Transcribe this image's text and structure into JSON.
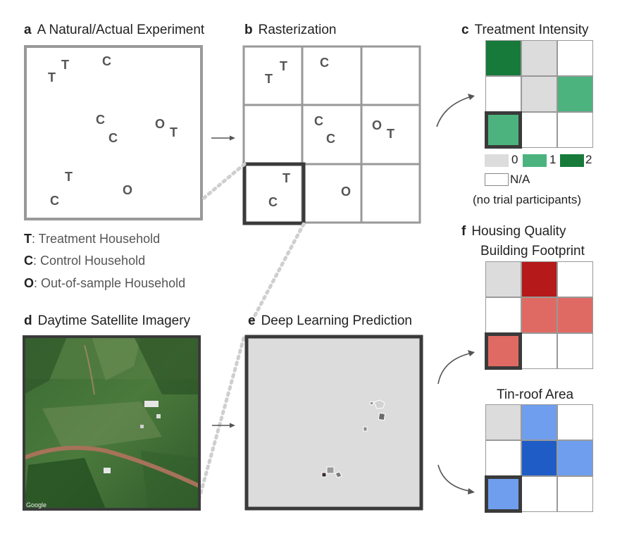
{
  "panels": {
    "a": {
      "letter": "a",
      "title": "A Natural/Actual Experiment"
    },
    "b": {
      "letter": "b",
      "title": "Rasterization"
    },
    "c": {
      "letter": "c",
      "title": "Treatment Intensity"
    },
    "d": {
      "letter": "d",
      "title": "Daytime Satellite Imagery"
    },
    "e": {
      "letter": "e",
      "title": "Deep Learning Prediction"
    },
    "f": {
      "letter": "f",
      "title": "Housing Quality",
      "subtitle_1": "Building Footprint",
      "subtitle_2": "Tin-roof Area"
    }
  },
  "households": {
    "treatment": "T",
    "control": "C",
    "out": "O"
  },
  "legend_households": [
    {
      "key": "T",
      "label": ": Treatment Household"
    },
    {
      "key": "C",
      "label": ": Control Household"
    },
    {
      "key": "O",
      "label": ": Out-of-sample Household"
    }
  ],
  "intensity_legend": {
    "items": [
      {
        "label": "0",
        "color": "#dcdcdc"
      },
      {
        "label": "1",
        "color": "#4cb37f"
      },
      {
        "label": "2",
        "color": "#177a3a"
      }
    ],
    "na_label": "N/A",
    "na_note": "(no trial participants)"
  },
  "grids": {
    "treatment_intensity": [
      "#177a3a",
      "#dcdcdc",
      "#ffffff",
      "#ffffff",
      "#dcdcdc",
      "#4cb37f",
      "#4cb37f",
      "#ffffff",
      "#ffffff"
    ],
    "building_footprint": [
      "#dcdcdc",
      "#b51919",
      "#ffffff",
      "#ffffff",
      "#df6a63",
      "#df6a63",
      "#df6a63",
      "#ffffff",
      "#ffffff"
    ],
    "tin_roof_area": [
      "#dcdcdc",
      "#6f9eee",
      "#ffffff",
      "#ffffff",
      "#1f5cc6",
      "#6f9eee",
      "#6f9eee",
      "#ffffff",
      "#ffffff"
    ]
  },
  "satellite_watermark": "Google"
}
